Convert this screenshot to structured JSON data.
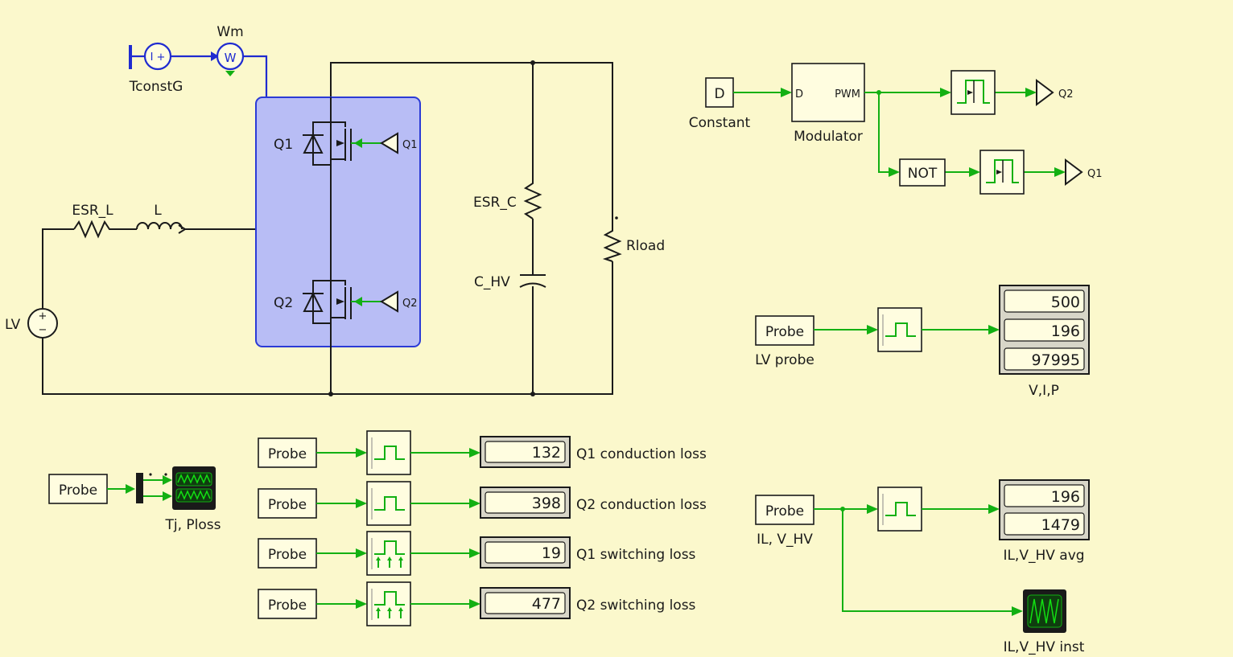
{
  "colors": {
    "background": "#fbf8cc",
    "signal_wire": "#12b012",
    "power_wire": "#1a1a1a",
    "subsystem_fill": "#b8bdf5",
    "subsystem_border": "#2b3bd6",
    "thermal_source": "#1f2bd0"
  },
  "thermal": {
    "source_label": "TconstG",
    "meter_label": "Wm",
    "meter_symbol": "W",
    "source_symbol": "I +"
  },
  "power_stage": {
    "q1_label": "Q1",
    "q2_label": "Q2",
    "q1_gate_tag": "Q1",
    "q2_gate_tag": "Q2",
    "esr_l_label": "ESR_L",
    "l_label": "L",
    "esr_c_label": "ESR_C",
    "c_hv_label": "C_HV",
    "rload_label": "Rload",
    "lv_label": "LV",
    "lv_plus": "+",
    "lv_minus": "−"
  },
  "modulation": {
    "constant_symbol": "D",
    "constant_label": "Constant",
    "modulator_label": "Modulator",
    "modulator_in": "D",
    "modulator_out": "PWM",
    "not_label": "NOT",
    "goto_q2": "Q2",
    "goto_q1": "Q1"
  },
  "lv_meas": {
    "probe_label": "Probe",
    "probe_caption": "LV probe",
    "display_caption": "V,I,P",
    "values": [
      "500",
      "196",
      "97995"
    ]
  },
  "losses": {
    "probe_label": "Probe",
    "rows": [
      {
        "value": "132",
        "caption": "Q1 conduction loss"
      },
      {
        "value": "398",
        "caption": "Q2 conduction loss"
      },
      {
        "value": "19",
        "caption": "Q1 switching loss"
      },
      {
        "value": "477",
        "caption": "Q2 switching loss"
      }
    ]
  },
  "thermal_scope": {
    "probe_label": "Probe",
    "caption": "Tj, Ploss"
  },
  "hv_meas": {
    "probe_label": "Probe",
    "probe_caption": "IL, V_HV",
    "avg_values": [
      "196",
      "1479"
    ],
    "avg_caption": "IL,V_HV avg",
    "inst_caption": "IL,V_HV inst"
  }
}
